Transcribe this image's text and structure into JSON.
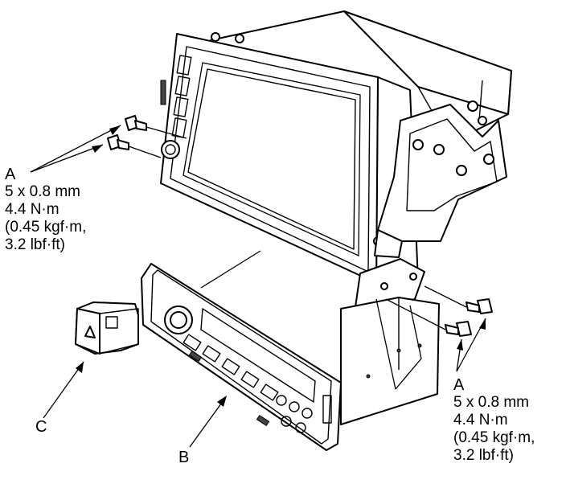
{
  "labels": {
    "a_left": {
      "letter": "A",
      "size": "5 x 0.8 mm",
      "torque_nm": "4.4 N·m",
      "torque_kgf": "(0.45 kgf·m,",
      "torque_lbf": "3.2 lbf·ft)"
    },
    "a_right": {
      "letter": "A",
      "size": "5 x 0.8 mm",
      "torque_nm": "4.4 N·m",
      "torque_kgf": "(0.45 kgf·m,",
      "torque_lbf": "3.2 lbf·ft)"
    },
    "b": "B",
    "c": "C"
  },
  "icons": {
    "hazard_switch": "hazard-triangle-icon"
  }
}
